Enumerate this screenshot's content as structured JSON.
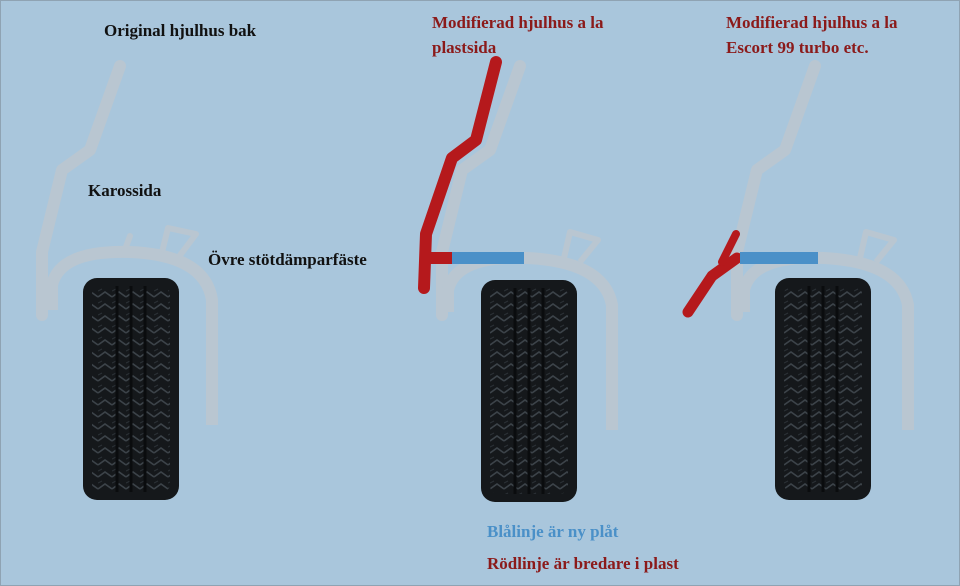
{
  "labels": {
    "original": "Original hjulhus bak",
    "karossida": "Karossida",
    "stotdampare": "Övre stötdämparfäste",
    "mod_plastsida_line1": "Modifierad hjulhus a la",
    "mod_plastsida_line2": "plastsida",
    "mod_escort_line1": "Modifierad hjulhus a la",
    "mod_escort_line2": "Escort 99 turbo etc.",
    "legend_blue": "Blålinje är ny plåt",
    "legend_red": "Rödlinje är bredare i plast"
  },
  "colors": {
    "background": "#a9c6dc",
    "body_outline": "#b9c6d1",
    "red_plastic": "#b5191c",
    "blue_sheet": "#4a90c8",
    "tire": "#15181b"
  },
  "icons": [
    "tire-icon",
    "wheelhouse-outline",
    "shock-mount-icon"
  ]
}
